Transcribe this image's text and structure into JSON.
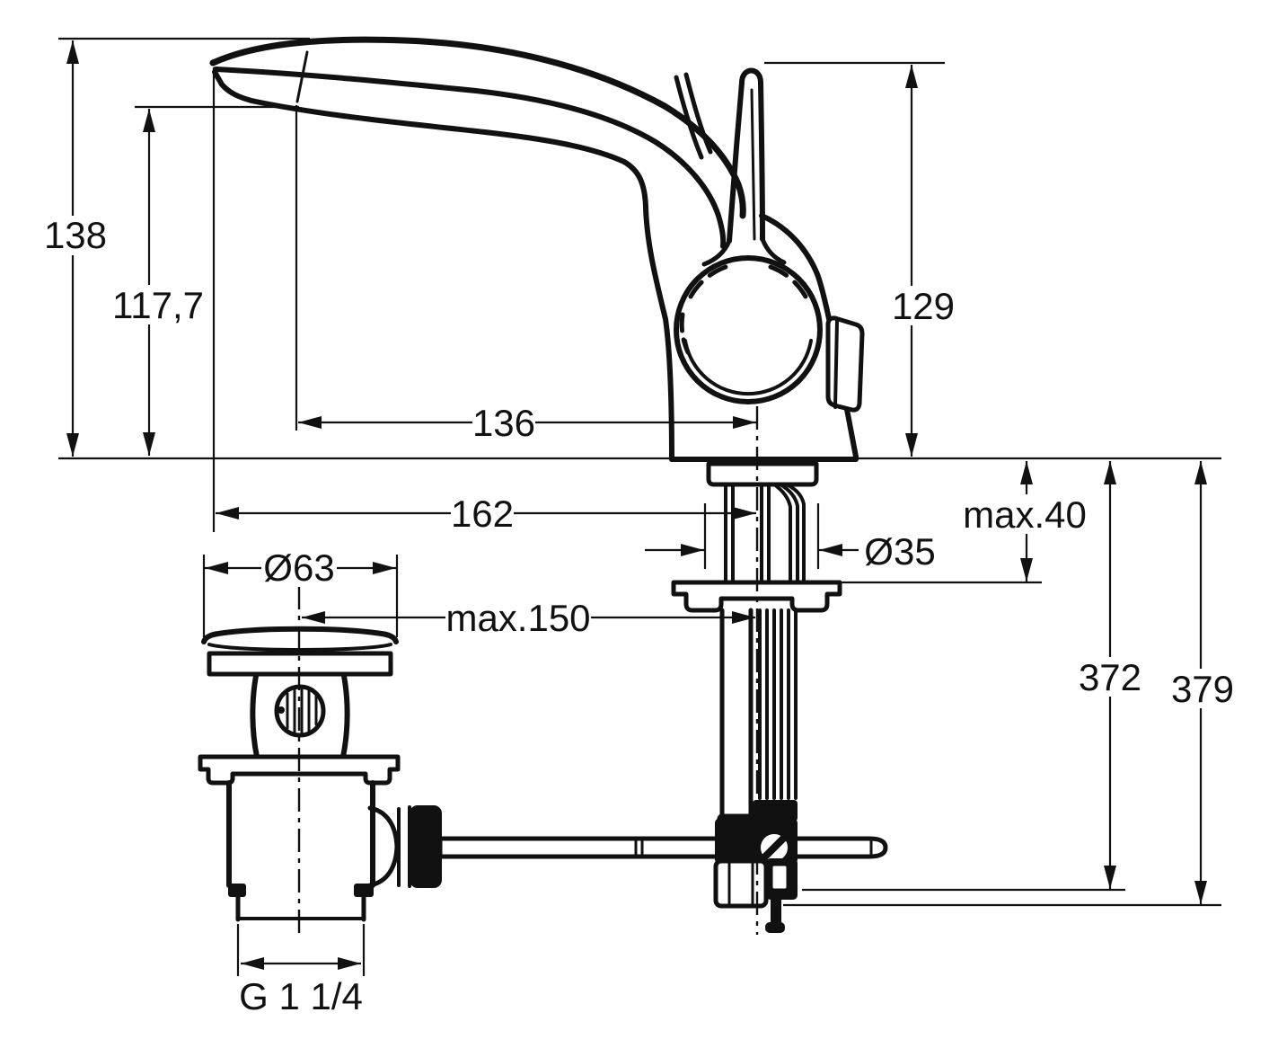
{
  "drawing": {
    "subject": "Single-lever basin mixer with pop-up waste - dimension drawing",
    "units": "mm",
    "line_color": "#111111",
    "background_color": "#ffffff",
    "labels": {
      "total_height": "138",
      "spout_outlet_height": "117,7",
      "body_height": "129",
      "spout_reach": "136",
      "spout_tip_reach": "162",
      "max_deck_thickness": "max.40",
      "mounting_hole_diameter": "Ø35",
      "waste_plug_diameter": "Ø63",
      "max_pop_up_rod_reach": "max.150",
      "supply_hose_length": "372",
      "overall_below_deck_length": "379",
      "waste_thread": "G 1 1/4"
    }
  }
}
